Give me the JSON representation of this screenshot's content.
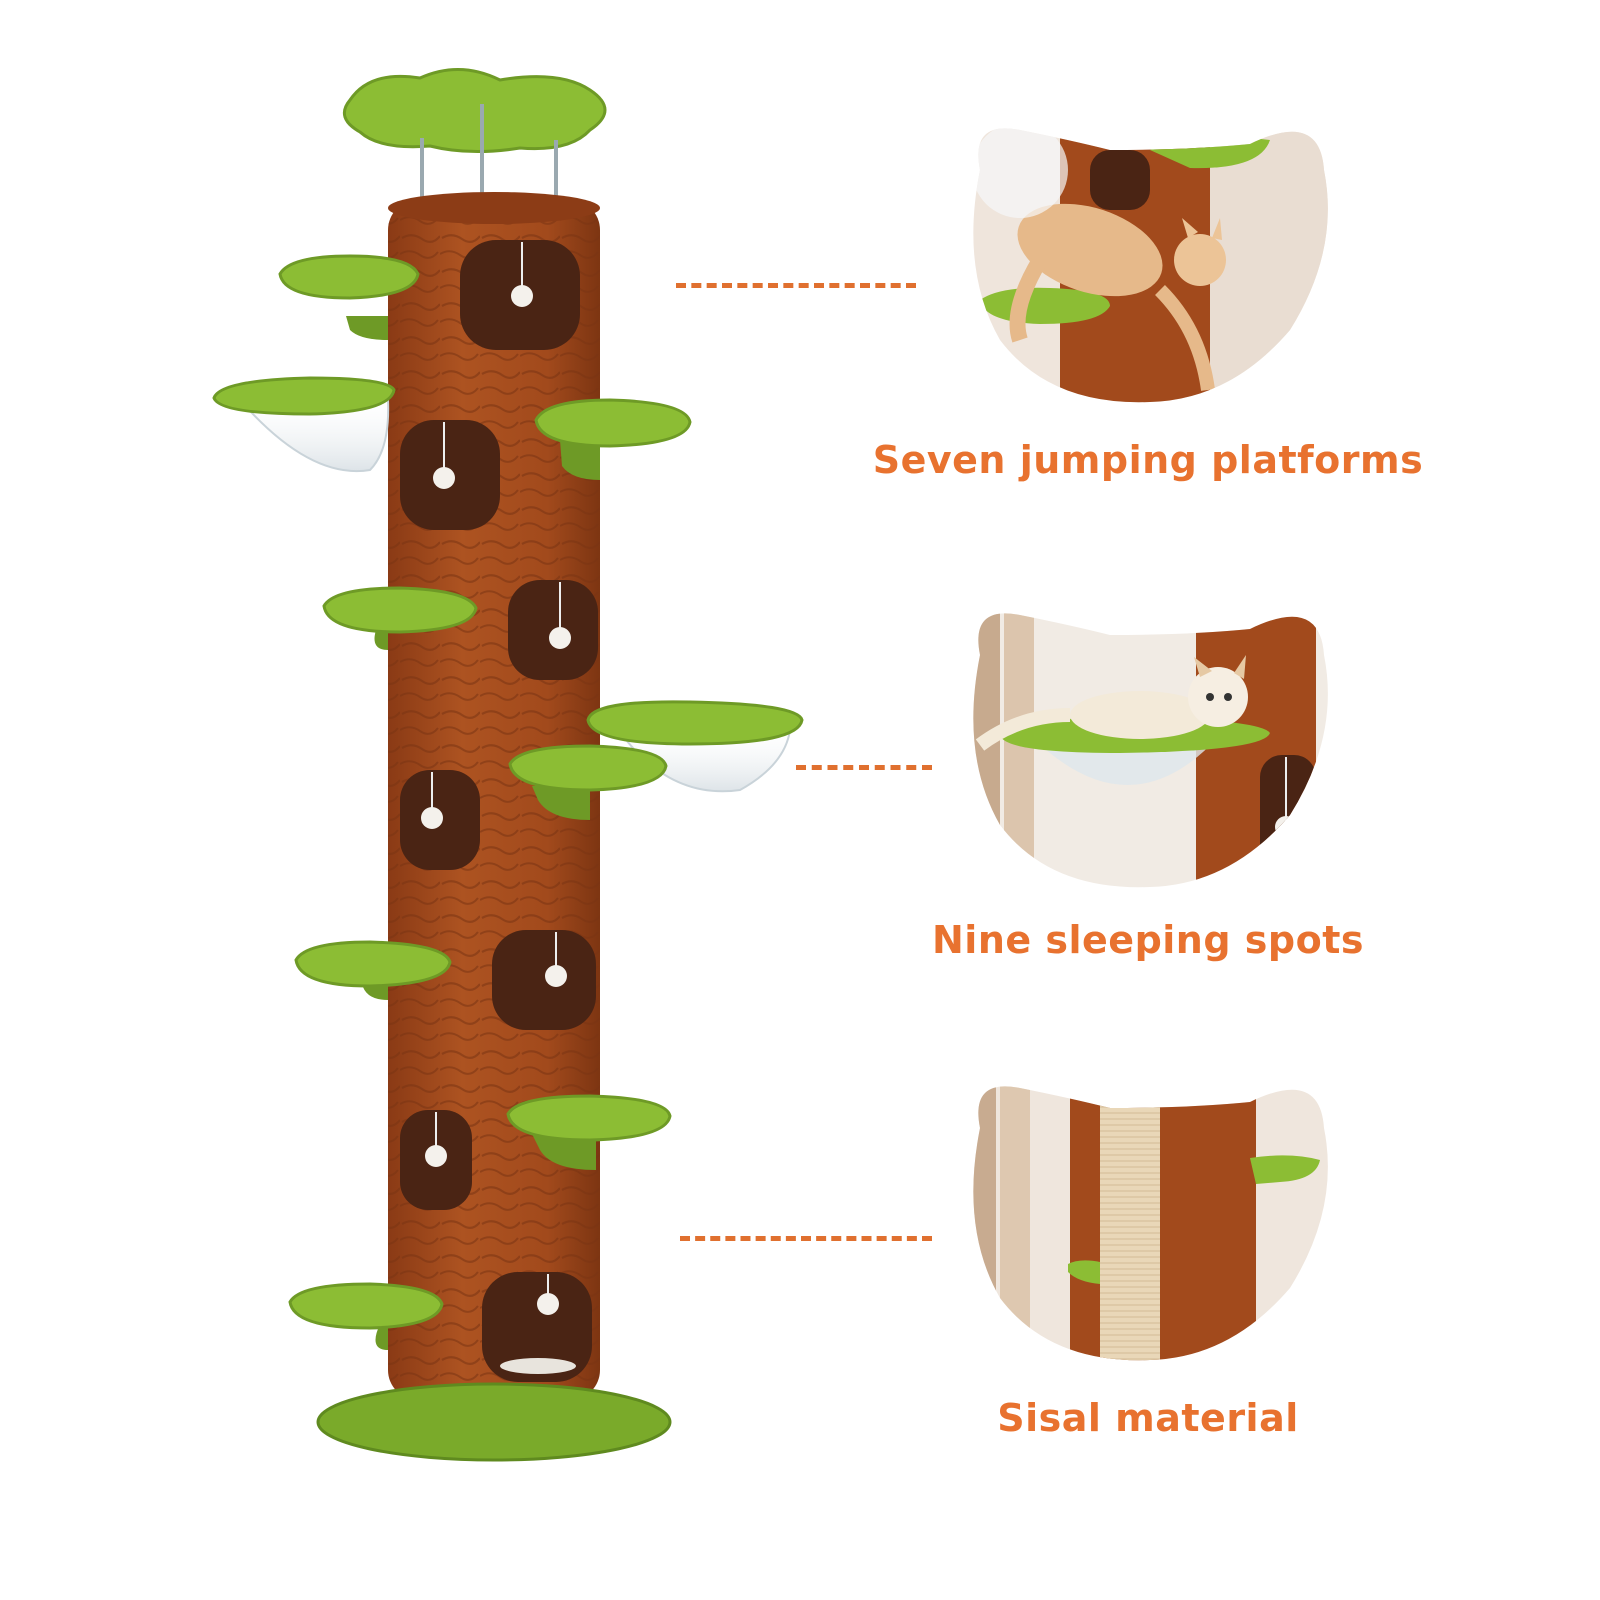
{
  "features": [
    {
      "label": "Seven jumping platforms",
      "scene": "cat-jumping-between-platforms"
    },
    {
      "label": "Nine sleeping spots",
      "scene": "cat-resting-in-hammock"
    },
    {
      "label": "Sisal material",
      "scene": "sisal-wrapped-post"
    }
  ],
  "colors": {
    "trunk": "#a24a1c",
    "trunk_dark": "#7a3413",
    "hole": "#4a2414",
    "moss": "#8cbd34",
    "moss_dark": "#6e9a26",
    "accent_text": "#e8722f",
    "sisal": "#e9d7b8"
  }
}
